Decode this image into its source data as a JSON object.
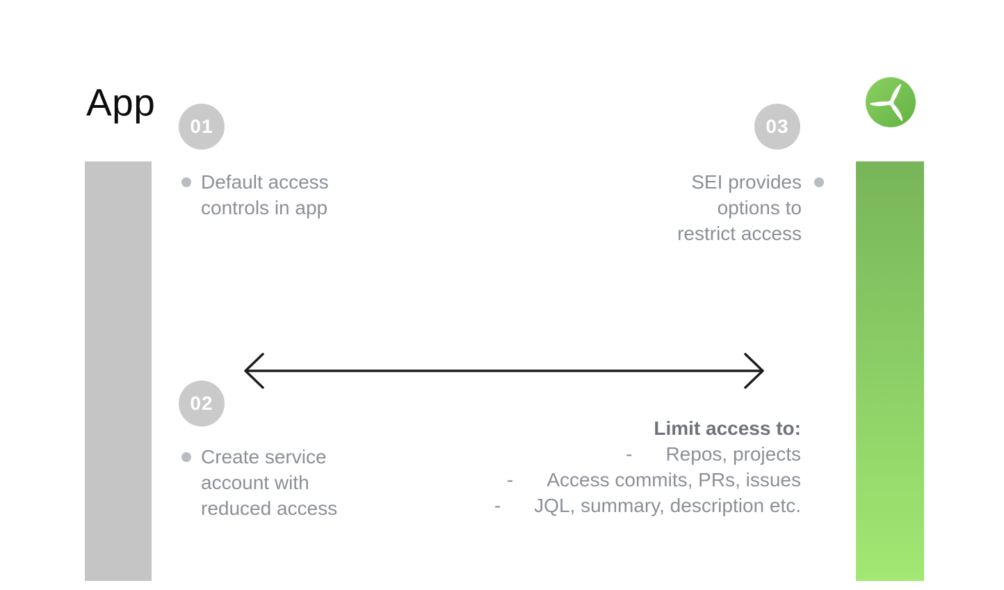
{
  "header": {
    "app_label": "App"
  },
  "logo": {
    "icon": "wind-turbine-logo",
    "green_light": "#8bd063",
    "green_dark": "#63b243"
  },
  "colors": {
    "left_bar": "#c5c5c5",
    "right_bar_gradient_top": "#78b55a",
    "right_bar_gradient_bottom": "#a2e873",
    "badge_background": "#cacaca",
    "badge_text": "#ffffff",
    "body_text": "#8b9097",
    "bold_text": "#6e737b",
    "bullet": "#b9bdc2",
    "arrow": "#1d1d1f",
    "title_text": "#0c0c0c"
  },
  "steps": [
    {
      "number": "01",
      "lines": [
        "Default access",
        "controls in app"
      ]
    },
    {
      "number": "02",
      "lines": [
        "Create service",
        "account with",
        "reduced access"
      ]
    },
    {
      "number": "03",
      "lines": [
        "SEI provides",
        "options to",
        "restrict access"
      ]
    }
  ],
  "limit": {
    "title": "Limit access to:",
    "items": [
      {
        "dash": "-",
        "text": "Repos, projects"
      },
      {
        "dash": "-",
        "text": "Access commits, PRs, issues"
      },
      {
        "dash": "-",
        "text": "JQL, summary, description etc."
      }
    ]
  }
}
